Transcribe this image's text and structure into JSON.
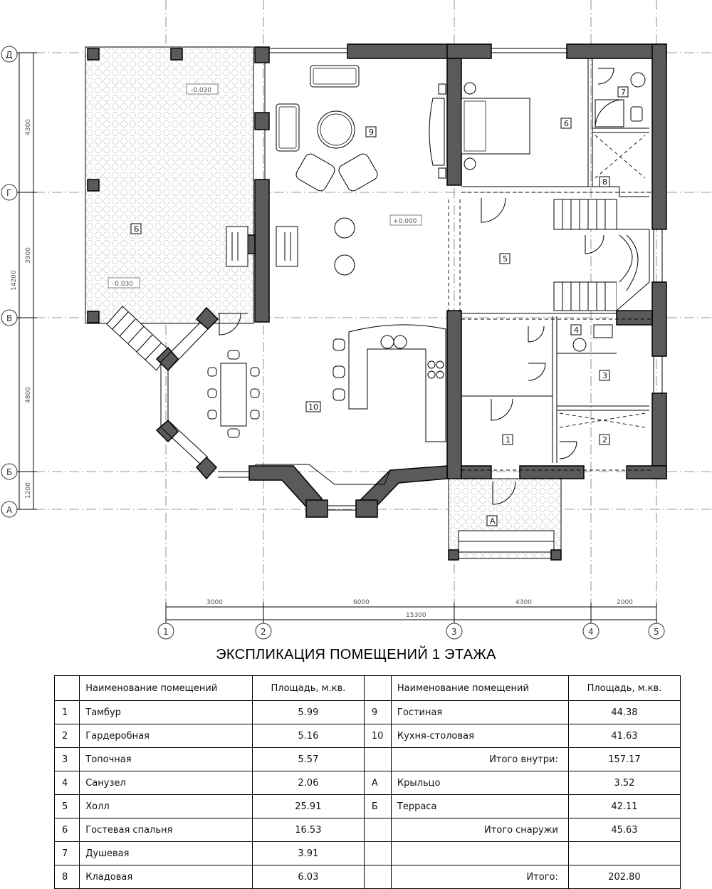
{
  "axes": {
    "vertical": [
      "1",
      "2",
      "3",
      "4",
      "5"
    ],
    "horizontal": [
      "Д",
      "Г",
      "В",
      "Б",
      "А"
    ]
  },
  "dimensions": {
    "bottom_segments": [
      "3000",
      "6000",
      "4300",
      "2000"
    ],
    "bottom_total": "15300",
    "left_segments": [
      "4300",
      "3900",
      "4800",
      "1200"
    ],
    "left_total": "14200"
  },
  "elevations": {
    "terrace_top": "-0.030",
    "terrace_bottom": "-0.030",
    "floor": "+0.000"
  },
  "room_tags": {
    "r1": "1",
    "r2": "2",
    "r3": "3",
    "r4": "4",
    "r5": "5",
    "r6": "6",
    "r7": "7",
    "r8": "8",
    "r9": "9",
    "r10": "10",
    "rA": "А",
    "rB": "Б"
  },
  "title": "ЭКСПЛИКАЦИЯ ПОМЕЩЕНИЙ 1 ЭТАЖА",
  "table": {
    "header": {
      "name": "Наименование помещений",
      "area_left": "Площадь, м.кв.",
      "area_right": "Площадь, м.кв."
    },
    "rows": [
      {
        "n1": "1",
        "name1": "Тамбур",
        "area1": "5.99",
        "n2": "9",
        "name2": "Гостиная",
        "area2": "44.38"
      },
      {
        "n1": "2",
        "name1": "Гардеробная",
        "area1": "5.16",
        "n2": "10",
        "name2": "Кухня-столовая",
        "area2": "41.63"
      },
      {
        "n1": "3",
        "name1": "Топочная",
        "area1": "5.57",
        "n2": "",
        "name2": "Итого внутри:",
        "area2": "157.17"
      },
      {
        "n1": "4",
        "name1": "Санузел",
        "area1": "2.06",
        "n2": "А",
        "name2": "Крыльцо",
        "area2": "3.52"
      },
      {
        "n1": "5",
        "name1": "Холл",
        "area1": "25.91",
        "n2": "Б",
        "name2": "Терраса",
        "area2": "42.11"
      },
      {
        "n1": "6",
        "name1": "Гостевая спальня",
        "area1": "16.53",
        "n2": "",
        "name2": "Итого снаружи",
        "area2": "45.63"
      },
      {
        "n1": "7",
        "name1": "Душевая",
        "area1": "3.91",
        "n2": "",
        "name2": "",
        "area2": ""
      },
      {
        "n1": "8",
        "name1": "Кладовая",
        "area1": "6.03",
        "n2": "",
        "name2": "Итого:",
        "area2": "202.80"
      }
    ]
  }
}
